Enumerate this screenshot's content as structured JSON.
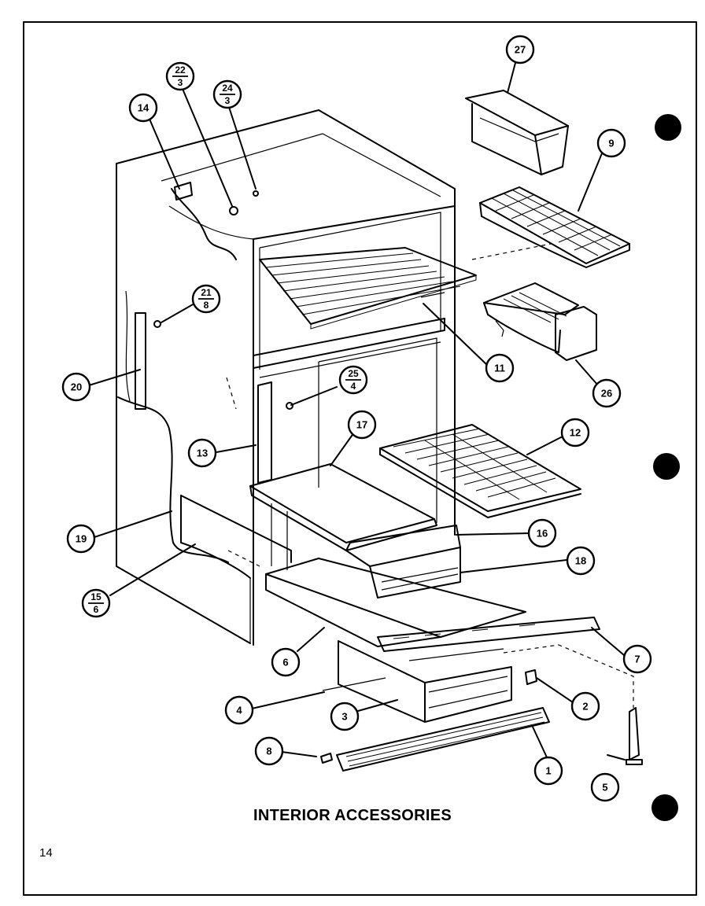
{
  "title": "INTERIOR ACCESSORIES",
  "page_number": "14",
  "callouts": [
    {
      "id": "p27",
      "label": "27"
    },
    {
      "id": "p22",
      "label": "22",
      "sub": "3"
    },
    {
      "id": "p24",
      "label": "24",
      "sub": "3"
    },
    {
      "id": "p14",
      "label": "14"
    },
    {
      "id": "p9",
      "label": "9"
    },
    {
      "id": "p21",
      "label": "21",
      "sub": "8"
    },
    {
      "id": "p20",
      "label": "20"
    },
    {
      "id": "p11",
      "label": "11"
    },
    {
      "id": "p26",
      "label": "26"
    },
    {
      "id": "p25",
      "label": "25",
      "sub": "4"
    },
    {
      "id": "p17",
      "label": "17"
    },
    {
      "id": "p12",
      "label": "12"
    },
    {
      "id": "p13",
      "label": "13"
    },
    {
      "id": "p16",
      "label": "16"
    },
    {
      "id": "p19",
      "label": "19"
    },
    {
      "id": "p18",
      "label": "18"
    },
    {
      "id": "p15",
      "label": "15",
      "sub": "6"
    },
    {
      "id": "p6",
      "label": "6"
    },
    {
      "id": "p7",
      "label": "7"
    },
    {
      "id": "p4",
      "label": "4"
    },
    {
      "id": "p2",
      "label": "2"
    },
    {
      "id": "p3",
      "label": "3"
    },
    {
      "id": "p8",
      "label": "8"
    },
    {
      "id": "p1",
      "label": "1"
    },
    {
      "id": "p5",
      "label": "5"
    }
  ]
}
